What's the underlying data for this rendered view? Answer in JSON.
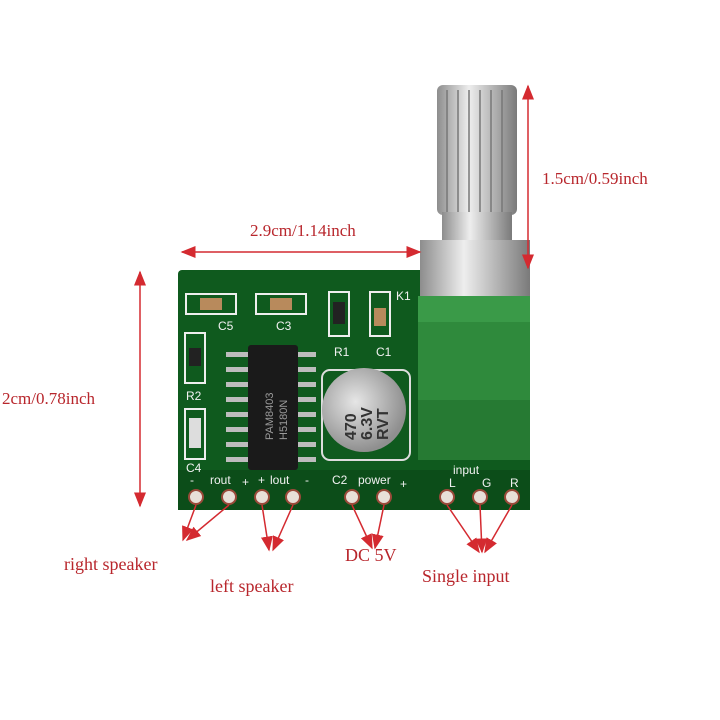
{
  "dimensions": {
    "width": "2.9cm/1.14inch",
    "height": "2cm/0.78inch",
    "shaft": "1.5cm/0.59inch"
  },
  "callouts": {
    "right_speaker": "right speaker",
    "left_speaker": "left speaker",
    "dc": "DC 5V",
    "input": "Single input"
  },
  "silkscreen": {
    "c5": "C5",
    "c3": "C3",
    "r1": "R1",
    "c1": "C1",
    "k1": "K1",
    "r2": "R2",
    "c4": "C4",
    "c2": "C2",
    "rout": "rout",
    "lout": "lout",
    "power": "power",
    "input": "input",
    "l": "L",
    "g": "G",
    "r": "R",
    "plus": "+",
    "minus": "-"
  },
  "chip": {
    "line1": "PAM8403",
    "line2": "H5180N"
  },
  "capacitor": {
    "line1": "470",
    "line2": "6.3V",
    "line3": "RVT"
  },
  "colors": {
    "pcb": "#0f5a1e",
    "annotation": "#b8262c",
    "pot_body": "#2f8a3c"
  }
}
